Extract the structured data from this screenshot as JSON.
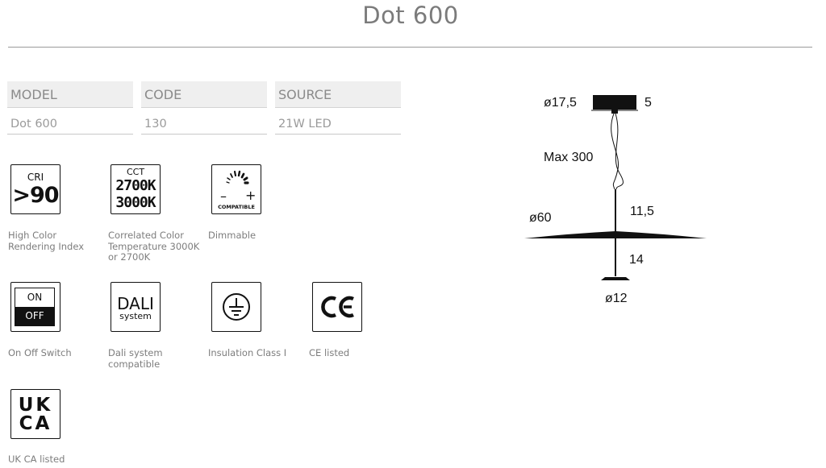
{
  "title": "Dot 600",
  "specs": [
    {
      "label": "MODEL",
      "value": "Dot 600"
    },
    {
      "label": "CODE",
      "value": "130"
    },
    {
      "label": "SOURCE",
      "value": "21W LED"
    }
  ],
  "icons": {
    "cri": {
      "top": "CRI",
      "big": ">90",
      "caption": "High Color Rendering Index"
    },
    "cct": {
      "top": "CCT",
      "line1": "2700K",
      "line2": "3000K",
      "caption": "Correlated Color Temperature 3000K or 2700K"
    },
    "dimmable": {
      "minus": "–",
      "plus": "+",
      "text": "COMPATIBLE",
      "caption": "Dimmable"
    },
    "onoff": {
      "on": "ON",
      "off": "OFF",
      "caption": "On Off Switch"
    },
    "dali": {
      "big": "DALI",
      "small": "system",
      "caption": "Dali system compatible"
    },
    "insulation": {
      "caption": "Insulation Class I"
    },
    "ce": {
      "mark": "CE",
      "caption": "CE listed"
    },
    "ukca": {
      "line1": "UK",
      "line2": "CA",
      "caption": "UK CA listed"
    }
  },
  "drawing": {
    "canopy_diameter": "ø17,5",
    "canopy_height": "5",
    "cable_length": "Max 300",
    "shade_diameter": "ø60",
    "stem_upper": "11,5",
    "stem_lower": "14",
    "base_diameter": "ø12"
  }
}
